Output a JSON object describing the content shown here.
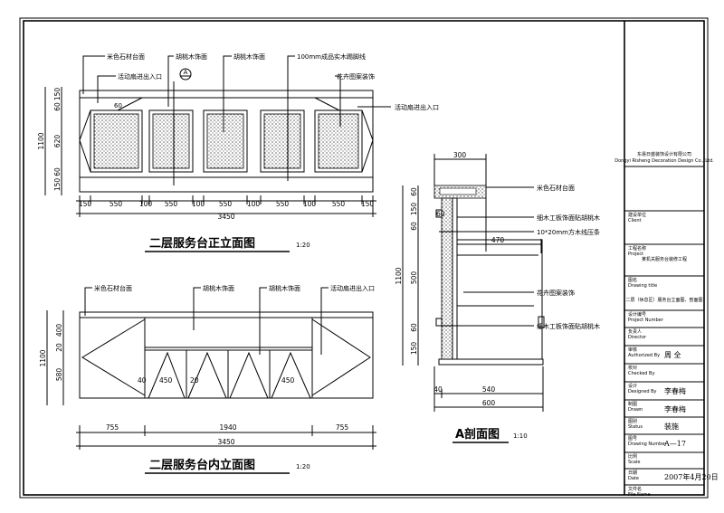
{
  "front_elevation": {
    "title": "二层服务台正立面图",
    "scale": "1:20",
    "callouts": [
      "米色石材台面",
      "活动扇进出入口",
      "胡桃木饰面",
      "胡桃木饰面",
      "100mm成品实木踢脚线",
      "花卉图案装饰",
      "活动扇进出入口"
    ],
    "section_marker": "A",
    "panel_dim": "60",
    "h_dims": [
      "150",
      "550",
      "100",
      "550",
      "100",
      "550",
      "100",
      "550",
      "100",
      "550",
      "150"
    ],
    "total": "3450",
    "v_dims": [
      "150",
      "60",
      "620",
      "60",
      "150"
    ],
    "v_total": "1100"
  },
  "inner_elevation": {
    "title": "二层服务台内立面图",
    "scale": "1:20",
    "callouts": [
      "米色石材台面",
      "胡桃木饰面",
      "胡桃木饰面",
      "活动扇进出入口"
    ],
    "door_dims": [
      "40",
      "450",
      "20",
      "450"
    ],
    "h_dims": [
      "755",
      "1940",
      "755"
    ],
    "total": "3450",
    "v_dims": [
      "400",
      "20",
      "580"
    ],
    "v_total": "1100"
  },
  "section_a": {
    "title": "A剖面图",
    "scale": "1:10",
    "callouts": [
      "米色石材台面",
      "细木工板饰面贴胡桃木",
      "10*20mm方木线压条",
      "花卉图案装饰",
      "细木工板饰面贴胡桃木"
    ],
    "top_dim": "300",
    "mid_dim": "470",
    "small_dim": "60",
    "bottom_dims": [
      "40",
      "540"
    ],
    "bottom_total": "600",
    "v_dims": [
      "60",
      "150",
      "60",
      "500",
      "60",
      "150"
    ],
    "v_total": "1100"
  },
  "title_block": {
    "company": "东易日盛装饰设计有限公司",
    "company_en": "Dongyi Risheng Decoration Design Co., Ltd.",
    "rows": [
      {
        "label": "建设单位",
        "label_en": "Client",
        "value": ""
      },
      {
        "label": "工程名称",
        "label_en": "Project",
        "value": "某机关服务台装修工程"
      },
      {
        "label": "图名",
        "label_en": "Drawing title",
        "value": "二层（休息区）服务台立面图、剖面图"
      },
      {
        "label": "设计编号",
        "label_en": "Project Number",
        "value": ""
      },
      {
        "label": "负责人",
        "label_en": "Director",
        "value": ""
      },
      {
        "label": "审核",
        "label_en": "Authorized By",
        "value": "周 全"
      },
      {
        "label": "校对",
        "label_en": "Checked By",
        "value": ""
      },
      {
        "label": "设计",
        "label_en": "Designed By",
        "value": "李春梅"
      },
      {
        "label": "制图",
        "label_en": "Drawn",
        "value": "李春梅"
      },
      {
        "label": "图别",
        "label_en": "Status",
        "value": "装施"
      },
      {
        "label": "图号",
        "label_en": "Drawing Number",
        "value": "A—17"
      },
      {
        "label": "比例",
        "label_en": "Scale",
        "value": ""
      },
      {
        "label": "日期",
        "label_en": "Date",
        "value": "2007年4月20日"
      },
      {
        "label": "文件名",
        "label_en": "File Name",
        "value": ""
      }
    ]
  }
}
